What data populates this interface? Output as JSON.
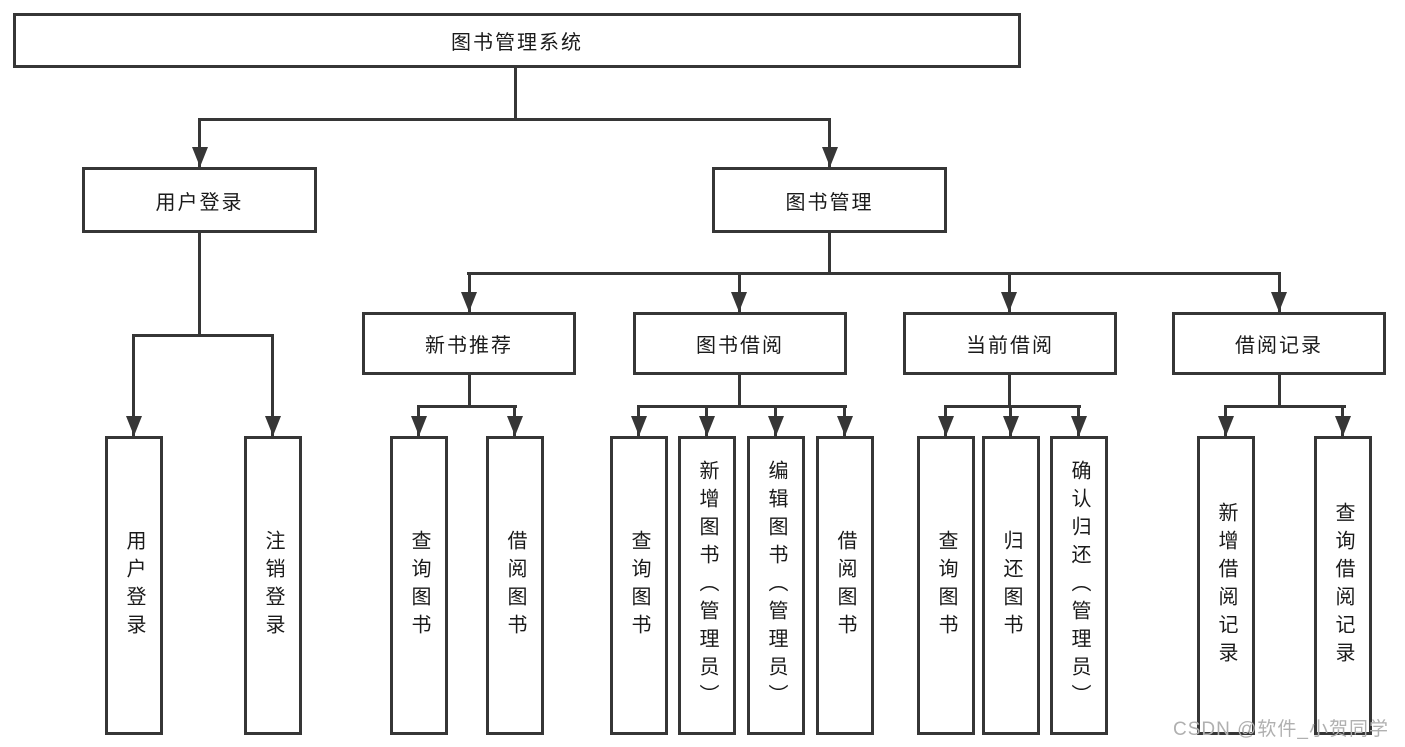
{
  "diagram": {
    "root": "图书管理系统",
    "level2": [
      "用户登录",
      "图书管理"
    ],
    "level3": [
      "新书推荐",
      "图书借阅",
      "当前借阅",
      "借阅记录"
    ],
    "leaves_user_login": [
      "用户登录",
      "注销登录"
    ],
    "leaves_new_books": [
      "查询图书",
      "借阅图书"
    ],
    "leaves_book_borrow": [
      "查询图书",
      "新增图书（管理员）",
      "编辑图书（管理员）",
      "借阅图书"
    ],
    "leaves_current_borrow": [
      "查询图书",
      "归还图书",
      "确认归还（管理员）"
    ],
    "leaves_borrow_records": [
      "新增借阅记录",
      "查询借阅记录"
    ]
  },
  "watermark": "CSDN @软件_小贺同学",
  "colors": {
    "line": "#363636",
    "text": "#1a1a1a",
    "watermark": "#b0b0b0",
    "background": "#ffffff"
  }
}
